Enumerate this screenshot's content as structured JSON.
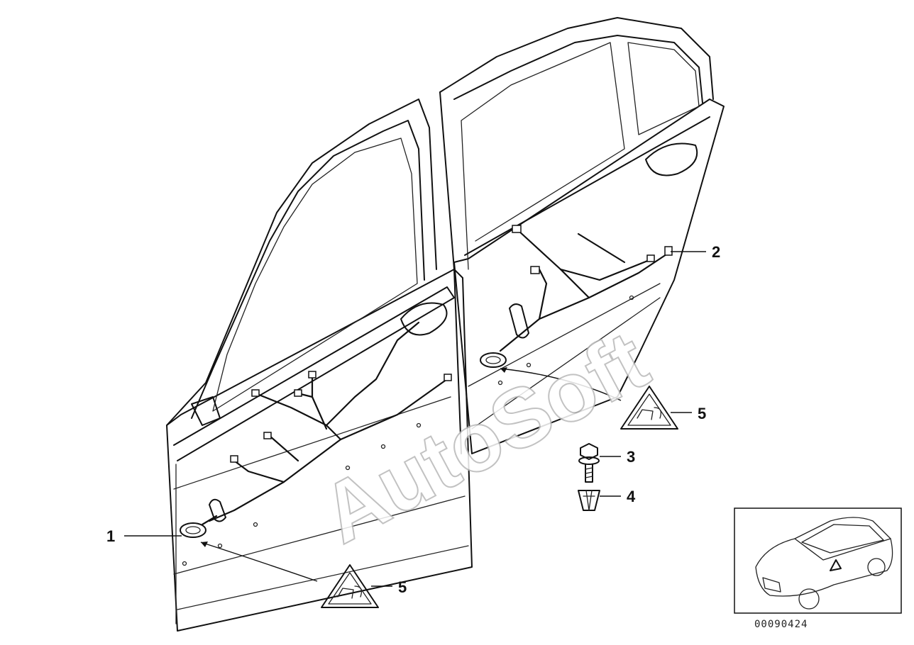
{
  "diagram": {
    "parts": [
      {
        "number": "1",
        "part": "front-door-wiring-harness"
      },
      {
        "number": "2",
        "part": "rear-door-wiring-harness"
      },
      {
        "number": "3",
        "part": "hex-bolt"
      },
      {
        "number": "4",
        "part": "plastic-nut"
      },
      {
        "number": "5",
        "part": "grommet-warning-symbol"
      }
    ],
    "callouts": {
      "part1": "1",
      "part2": "2",
      "part3": "3",
      "part4": "4",
      "part5_rear": "5",
      "part5_front": "5"
    },
    "watermark": "AutoSoft",
    "diagram_id": "00090424"
  }
}
